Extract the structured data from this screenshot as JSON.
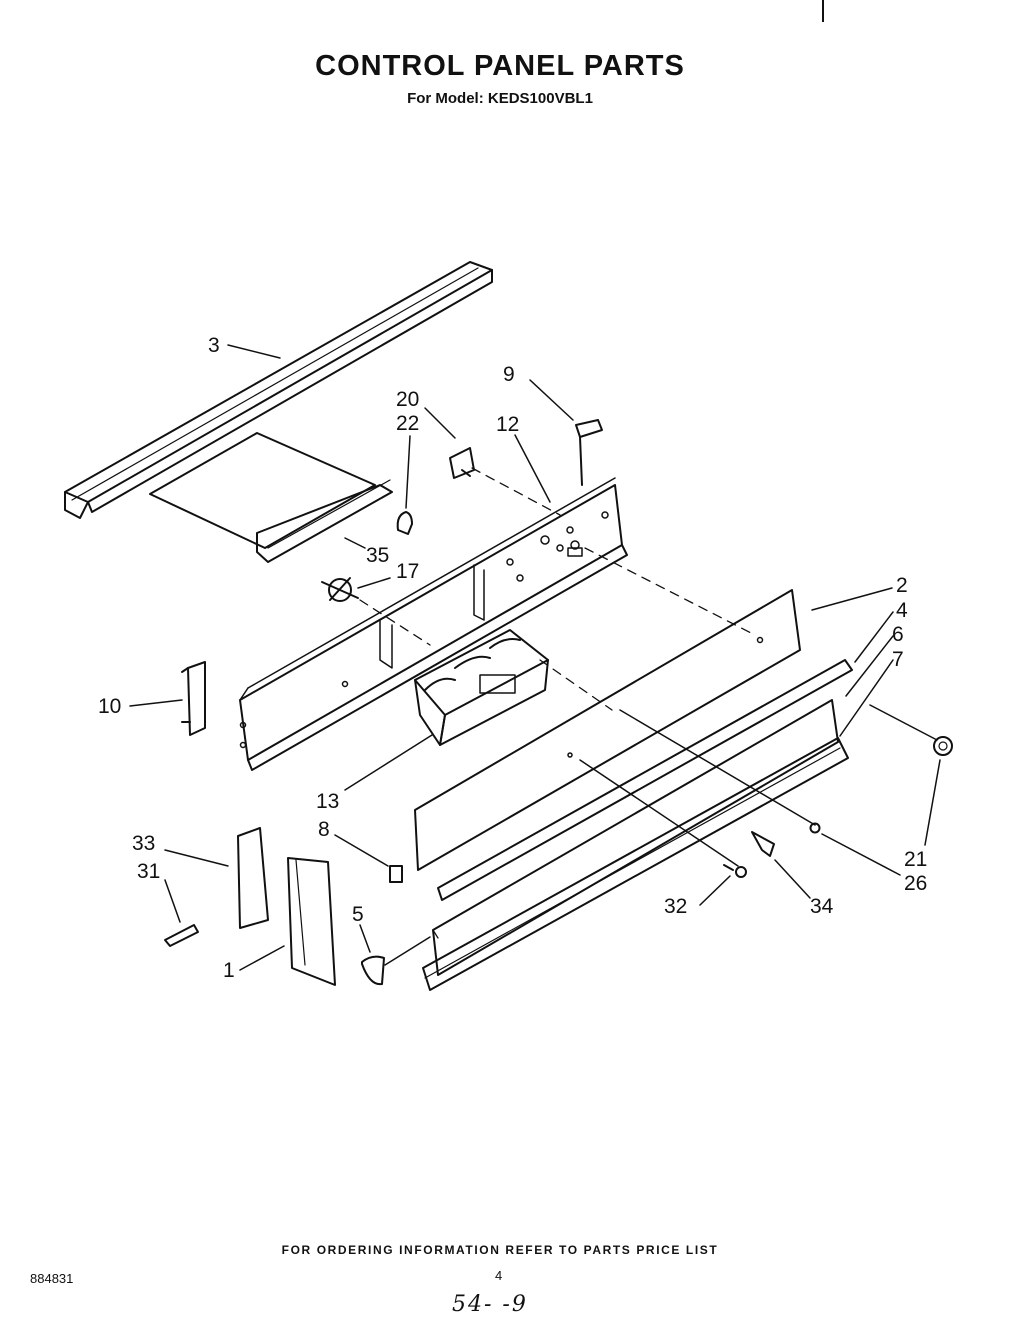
{
  "header": {
    "title": "CONTROL PANEL PARTS",
    "subtitle": "For Model: KEDS100VBL1"
  },
  "callouts": [
    "3",
    "9",
    "20",
    "22",
    "12",
    "35",
    "17",
    "2",
    "4",
    "6",
    "7",
    "10",
    "13",
    "8",
    "21",
    "26",
    "33",
    "31",
    "5",
    "32",
    "34",
    "1"
  ],
  "footer": {
    "ordering_note": "FOR ORDERING INFORMATION REFER TO PARTS PRICE LIST",
    "doc_number": "884831",
    "page_number": "4",
    "handwritten_note": "54-  -9"
  }
}
